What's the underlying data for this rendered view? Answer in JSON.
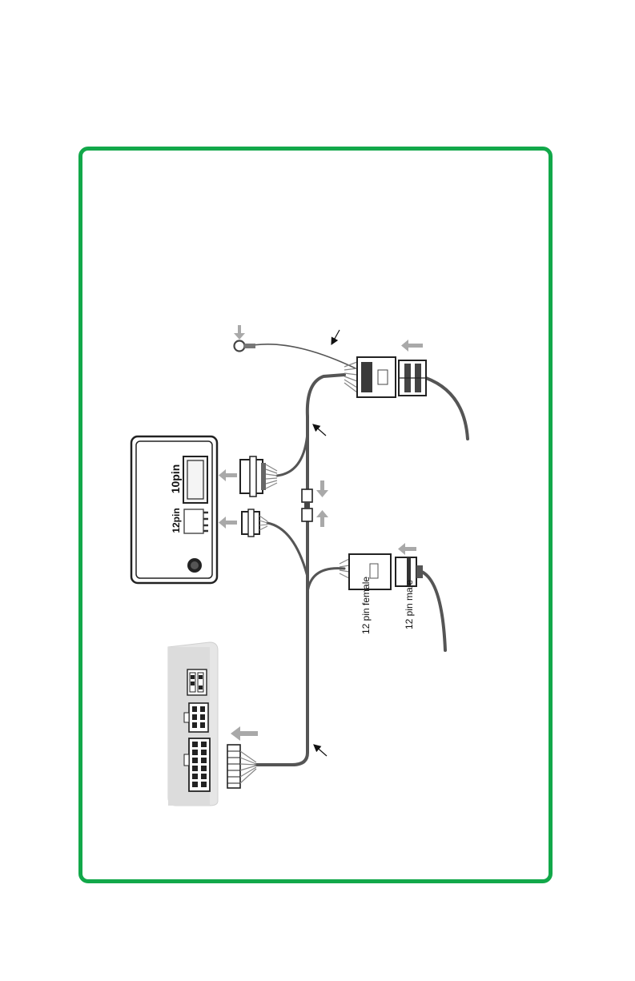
{
  "colors": {
    "frame": "#12a84a",
    "wire": "#555555",
    "arrow": "#a9a9a9",
    "ink": "#111111"
  },
  "labels": {
    "port_10pin": "10pin",
    "port_12pin": "12pin",
    "connector_12pin_female": "12 pin female",
    "connector_12pin_male": "12 pin male"
  }
}
